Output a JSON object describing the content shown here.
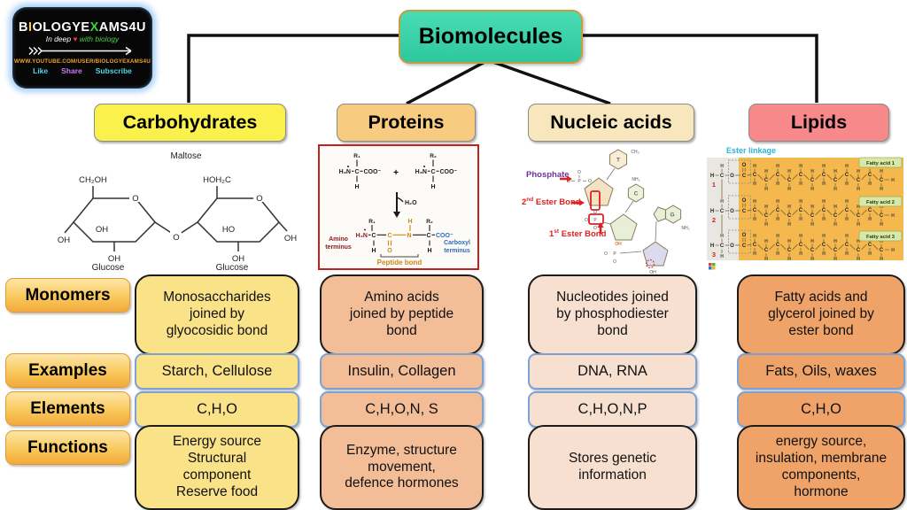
{
  "logo": {
    "brand_parts": [
      {
        "t": "B",
        "c": "#ffffff"
      },
      {
        "t": "I",
        "c": "#F7C948"
      },
      {
        "t": "OLOGYE",
        "c": "#ffffff"
      },
      {
        "t": "X",
        "c": "#3BD23B"
      },
      {
        "t": "AMS4U",
        "c": "#ffffff"
      }
    ],
    "tagline_parts": [
      {
        "t": "In deep ",
        "c": "#ffffff"
      },
      {
        "t": "♥",
        "c": "#E53935"
      },
      {
        "t": " with biology",
        "c": "#49D049"
      }
    ],
    "url": "WWW.YOUTUBE.COM/USER/BIOLOGYEXAMS4U",
    "actions": [
      {
        "t": "Like",
        "c": "#4FD8E8"
      },
      {
        "t": "Share",
        "c": "#C77DF0"
      },
      {
        "t": "Subscribe",
        "c": "#4FD8E8"
      }
    ]
  },
  "root": {
    "label": "Biomolecules",
    "fill": "#3ED2A9"
  },
  "row_labels": [
    "Monomers",
    "Examples",
    "Elements",
    "Functions"
  ],
  "columns": [
    {
      "name": "Carbohydrates",
      "header_fill": "#FAF14D",
      "fill": "#FAE289",
      "monomers": "Monosaccharides\njoined by\nglyocosidic bond",
      "examples": "Starch, Cellulose",
      "elements": "C,H,O",
      "functions": "Energy source\nStructural\ncomponent\nReserve food"
    },
    {
      "name": "Proteins",
      "header_fill": "#F7CB80",
      "fill": "#F3BD97",
      "monomers": "Amino acids\njoined by peptide\nbond",
      "examples": "Insulin, Collagen",
      "elements": "C,H,O,N, S",
      "functions": "Enzyme, structure\nmovement,\ndefence hormones"
    },
    {
      "name": "Nucleic acids",
      "header_fill": "#F8E7BC",
      "fill": "#F8E0D0",
      "monomers": "Nucleotides joined\nby phosphodiester\nbond",
      "examples": "DNA, RNA",
      "elements": "C,H,O,N,P",
      "functions": "Stores genetic\ninformation"
    },
    {
      "name": "Lipids",
      "header_fill": "#F8898B",
      "fill": "#EFA369",
      "monomers": "Fatty acids and\nglycerol joined by\nester bond",
      "examples": "Fats, Oils, waxes",
      "elements": "C,H,O",
      "functions": "energy source,\ninsulation, membrane\ncomponents,\nhormone"
    }
  ],
  "figures": {
    "maltose": {
      "title": "Maltose",
      "ch2oh": "CH₂OH",
      "hoh2c": "HOH₂C",
      "o": "O",
      "oh": "OH",
      "ho": "HO",
      "glucose_left": "Glucose",
      "glucose_right": "Glucose"
    },
    "peptide": {
      "r1": "R₁",
      "r2": "R₂",
      "h3n": "H₃N",
      "c": "C",
      "n": "N",
      "o": "O",
      "coo": "COO⁻",
      "plus": "+",
      "h": "H",
      "h2o": "H₂O",
      "amino_l1": "Amino",
      "amino_l2": "terminus",
      "carboxyl_l1": "Carboxyl",
      "carboxyl_l2": "terminus",
      "bond_label": "Peptide bond",
      "amino_color": "#8B1A1A",
      "carboxyl_color": "#2B6CB8",
      "bond_color": "#C8861B"
    },
    "nucleic": {
      "phosphate": "Phosphate",
      "ester2_n": "2",
      "ester2_sup": "nd",
      "ester2_rest": " Ester Bond",
      "ester1_n": "1",
      "ester1_sup": "st",
      "ester1_rest": " Ester Bond",
      "phosphate_color": "#7030A0",
      "ester_color": "#E02020",
      "base1": "T",
      "base2": "C",
      "base3": "G",
      "ch3": "CH₃",
      "nh2": "NH₂",
      "oh": "OH",
      "oh_orange": "OH",
      "p": "P",
      "o": "O"
    },
    "lipid": {
      "ester_label": "Ester linkage",
      "ester_color": "#29B6D8",
      "badges": [
        "Fatty acid 1",
        "Fatty acid 2",
        "Fatty acid 3"
      ],
      "numbers": [
        "1",
        "2",
        "3"
      ],
      "atoms": {
        "c": "C",
        "h": "H",
        "o": "O"
      },
      "chain_carbons": 12
    }
  }
}
